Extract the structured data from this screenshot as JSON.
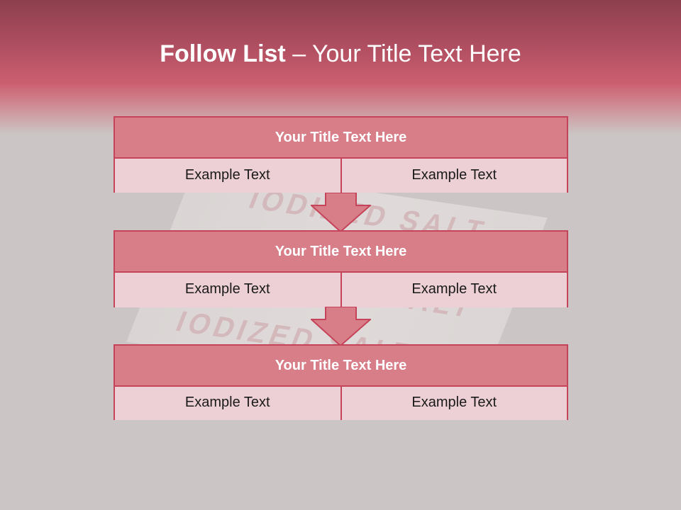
{
  "slide": {
    "title_bold": "Follow List",
    "title_rest": "– Your Title Text Here"
  },
  "background_photo": {
    "text_1": "IODIZED SALT",
    "text_2": "IODIZED SALT",
    "text_3": "IODIZED SALT"
  },
  "blocks": [
    {
      "title": "Your Title Text Here",
      "left": "Example Text",
      "right": "Example Text"
    },
    {
      "title": "Your Title Text Here",
      "left": "Example Text",
      "right": "Example Text"
    },
    {
      "title": "Your Title Text Here",
      "left": "Example Text",
      "right": "Example Text"
    }
  ],
  "colors": {
    "accent": "#c64459",
    "title_fill": "#d87e89",
    "row_fill": "#edd0d5",
    "arrow_fill": "#d87e89"
  },
  "icons": [
    "down-arrow-icon",
    "down-arrow-icon"
  ]
}
